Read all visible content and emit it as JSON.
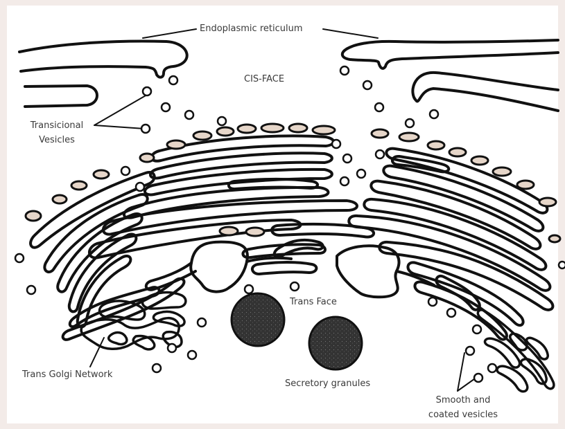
{
  "labels": {
    "endoplasmic_reticulum": "Endoplasmic reticulum",
    "cis_face": "CIS-FACE",
    "transicional_line1": "Transicional",
    "transicional_line2": "Vesicles",
    "trans_face": "Trans Face",
    "trans_golgi_network": "Trans Golgi Network",
    "secretory_granules": "Secretory granules",
    "smooth_line1": "Smooth and",
    "smooth_line2": "coated vesicles"
  },
  "colors": {
    "background": "#f3ebe8",
    "panel": "#ffffff",
    "ink": "#111111",
    "vesicle_fill": "#e6d6c9",
    "granule_fill": "#333333",
    "label_text": "#3a3a3a"
  }
}
